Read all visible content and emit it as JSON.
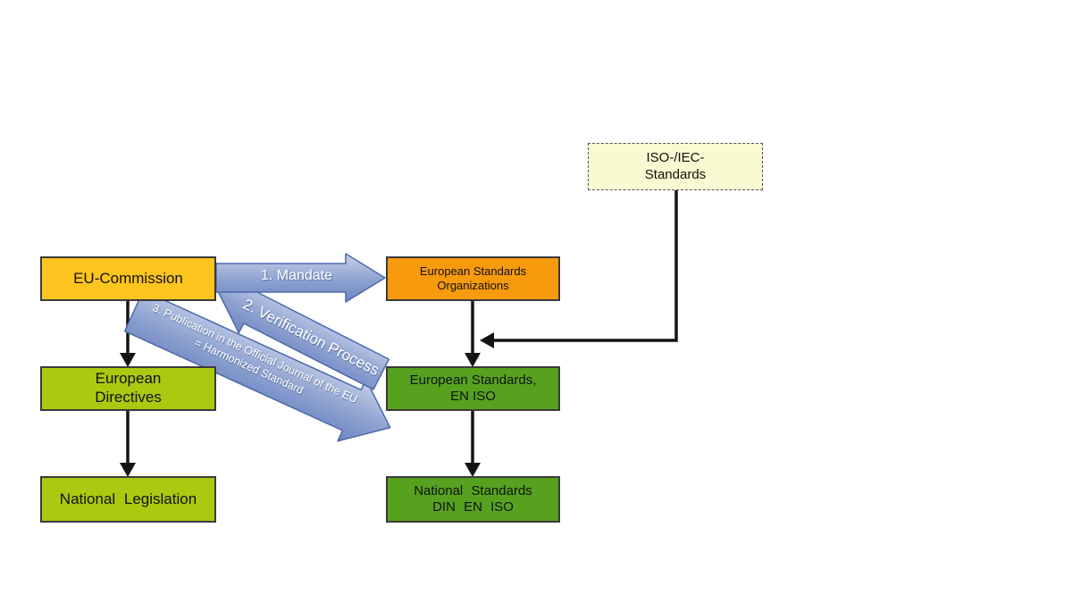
{
  "diagram": {
    "boxes": {
      "iso_iec": {
        "label": "ISO-/IEC-\nStandards"
      },
      "eu_commission": {
        "label": "EU-Commission"
      },
      "eso": {
        "label": "European Standards\nOrganizations"
      },
      "directives": {
        "label": "European\nDirectives"
      },
      "en_iso": {
        "label": "European Standards,\nEN ISO"
      },
      "national_legislation": {
        "label": "National Legislation"
      },
      "national_standards": {
        "label": "National Standards\nDIN EN ISO"
      }
    },
    "arrows": {
      "mandate": {
        "label": "1. Mandate"
      },
      "verification": {
        "label": "2. Verification Process"
      },
      "publication": {
        "label": "3. Publication in the Official Journal of the EU\n= Harmonized Standard"
      }
    },
    "colors": {
      "yellow": "#FFC41E",
      "orange": "#F79A0D",
      "yellow_green": "#A9CA10",
      "green": "#56A21F",
      "pale_yellow": "#FAFAD2",
      "arrow_blue_light": "#C6D1EA",
      "arrow_blue_mid": "#8DA2D0",
      "arrow_blue_dark": "#6E86C4",
      "arrow_blue_border": "#4E69A8",
      "connector_black": "#141414"
    }
  }
}
